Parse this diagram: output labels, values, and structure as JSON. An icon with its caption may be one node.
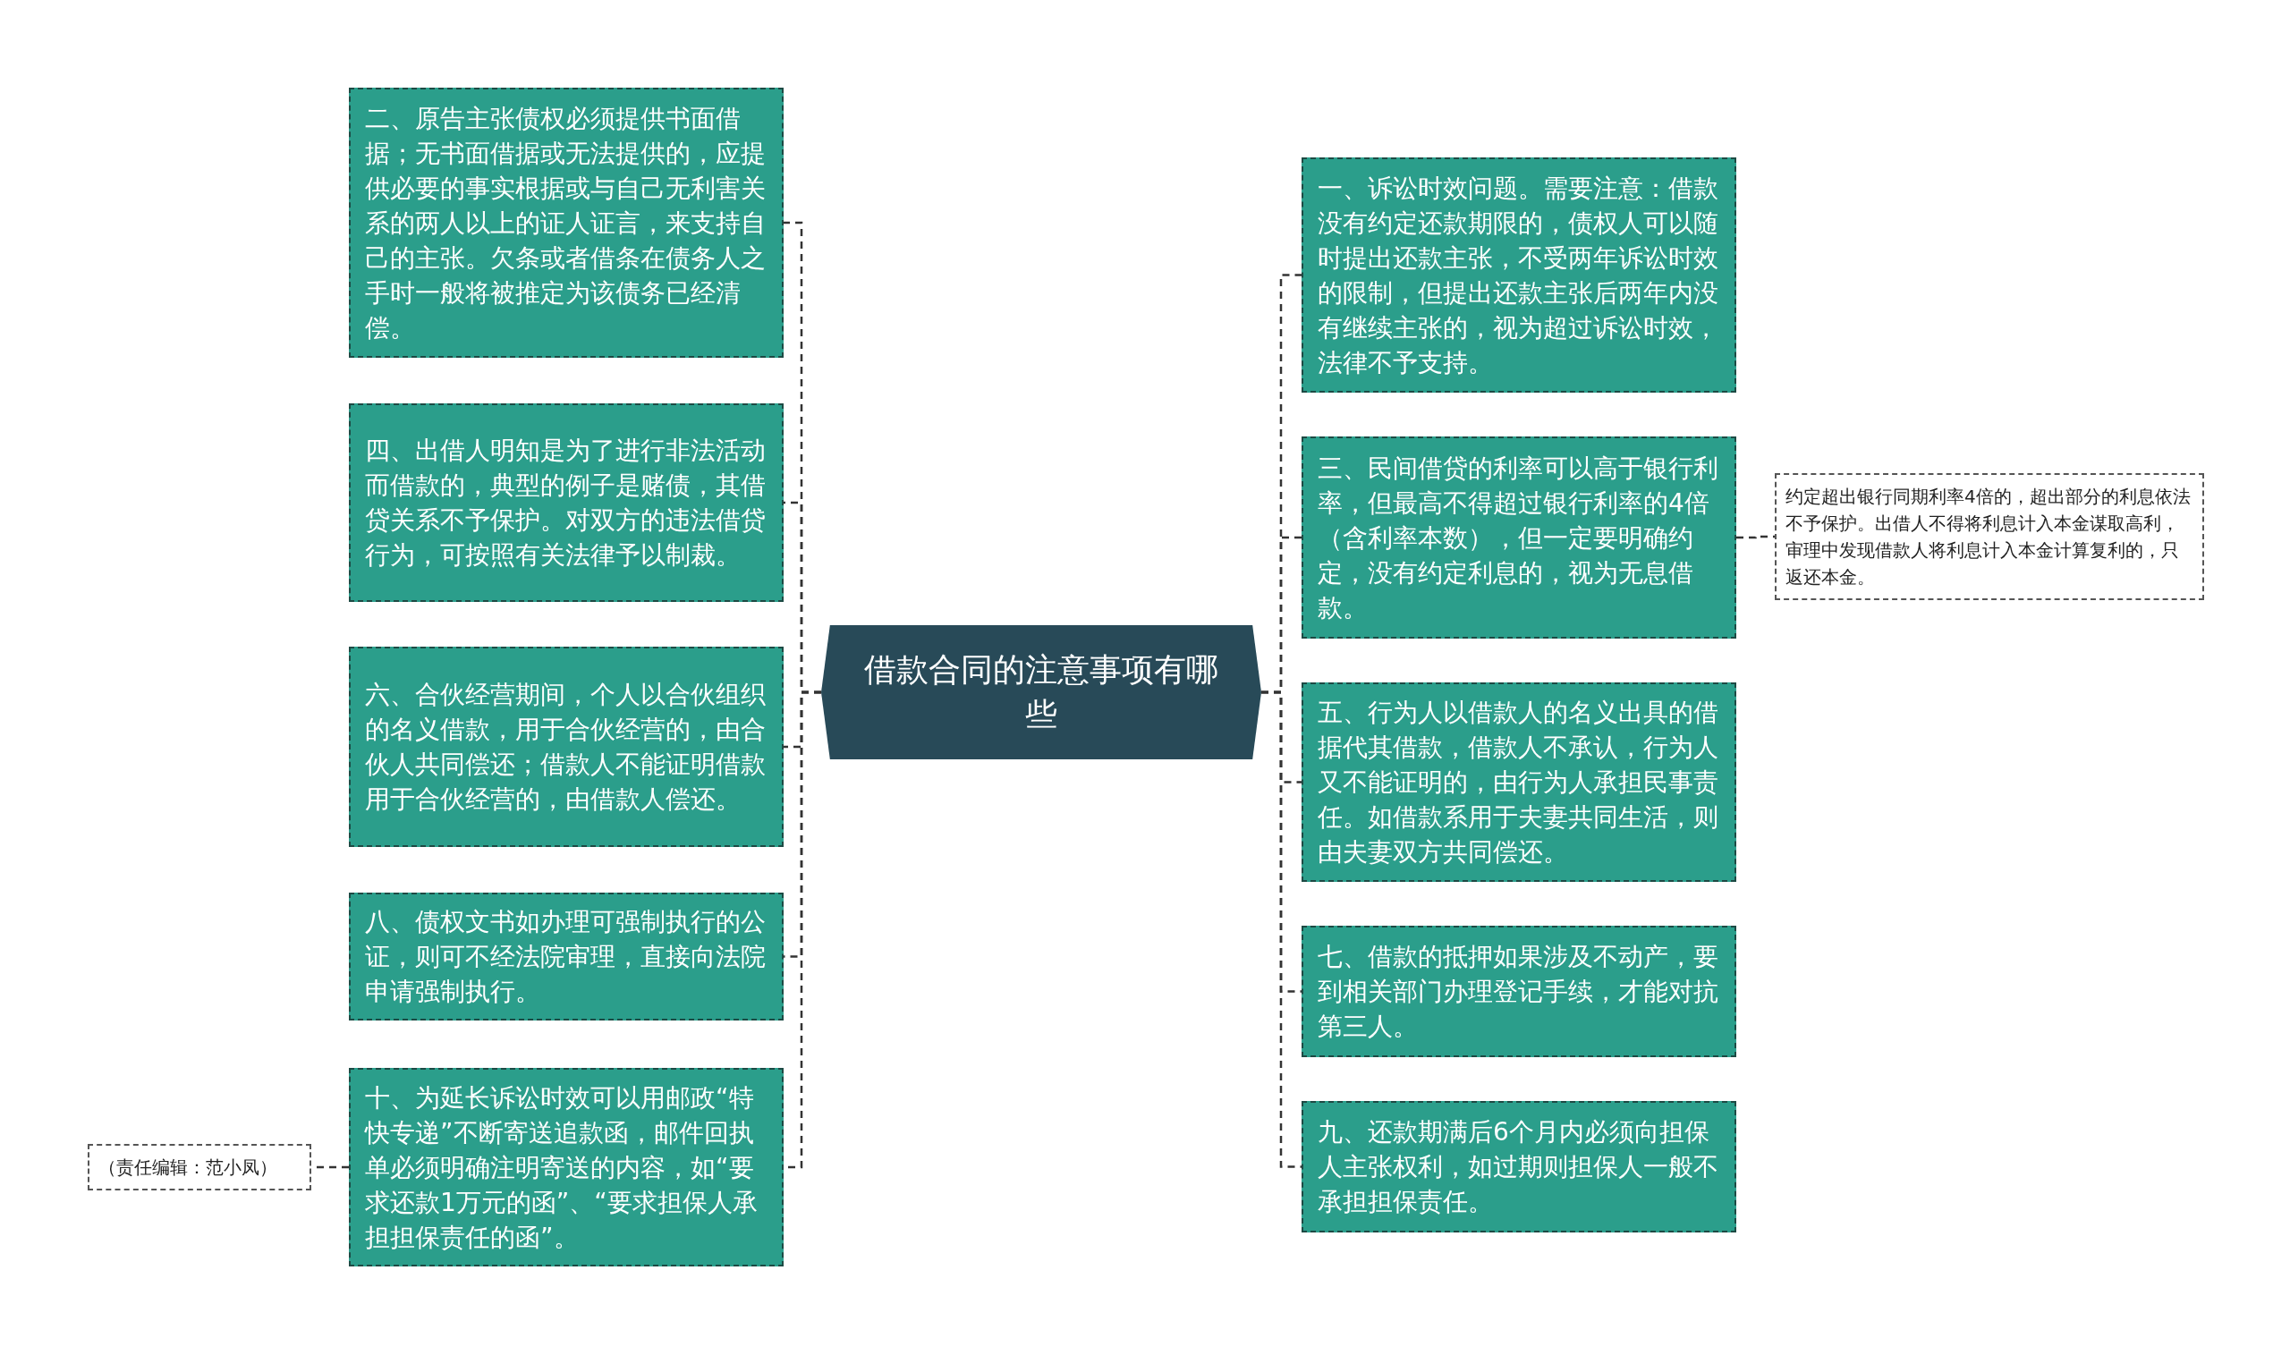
{
  "diagram": {
    "nodes": [
      {
        "text": [
          "借款合同的注意事项有哪些"
        ]
      },
      {
        "text": [
          "二、原告主张债权必须提供书面借据；无书面借据或无法提供的，应提供必要的事实根据或与自己无利害关系的两人以上的证人证言，来支持自己的主张。欠条或者借条在债务人之手时一般将被推定为该债务已经清偿。"
        ]
      },
      {
        "text": [
          "四、出借人明知是为了进行非法活动而借款的，典型的例子是赌债，其借贷关系不予保护。对双方的违法借贷行为，可按照有关法律予以制裁。"
        ]
      },
      {
        "text": [
          "六、合伙经营期间，个人以合伙组织的名义借款，用于合伙经营的，由合伙人共同偿还；借款人不能证明借款用于合伙经营的，由借款人偿还。"
        ]
      },
      {
        "text": [
          "八、债权文书如办理可强制执行的公证，则可不经法院审理，直接向法院申请强制执行。"
        ]
      },
      {
        "text": [
          "十、为延长诉讼时效可以用邮政“特快专递”不断寄送追款函，邮件回执单必须明确注明寄送的内容，如“要求还款1万元的函”、“要求担保人承担担保责任的函”。"
        ]
      },
      {
        "text": [
          "一、诉讼时效问题。需要注意：借款没有约定还款期限的，债权人可以随时提出还款主张，不受两年诉讼时效的限制，但提出还款主张后两年内没有继续主张的，视为超过诉讼时效，法律不予支持。"
        ]
      },
      {
        "text": [
          "三、民间借贷的利率可以高于银行利率，但最高不得超过银行利率的4倍（含利率本数），但一定要明确约定，没有约定利息的，视为无息借款。"
        ]
      },
      {
        "text": [
          "五、行为人以借款人的名义出具的借据代其借款，借款人不承认，行为人又不能证明的，由行为人承担民事责任。如借款系用于夫妻共同生活，则由夫妻双方共同偿还。"
        ]
      },
      {
        "text": [
          "七、借款的抵押如果涉及不动产，要到相关部门办理登记手续，才能对抗第三人。"
        ]
      },
      {
        "text": [
          "九、还款期满后6个月内必须向担保人主张权利，如过期则担保人一般不承担担保责任。"
        ]
      },
      {
        "text": [
          "约定超出银行同期利率4倍的，超出部分的利息依法不予保护。出借人不得将利息计入本金谋取高利，审理中发现借款人将利息计入本金计算复利的，只返还本金。"
        ]
      },
      {
        "text": [
          "（责任编辑：范小凤）"
        ]
      }
    ],
    "edges": [
      {
        "from": 0,
        "to": 1,
        "arrow": "none",
        "style": "dashed"
      },
      {
        "from": 0,
        "to": 2,
        "arrow": "none",
        "style": "dashed"
      },
      {
        "from": 0,
        "to": 3,
        "arrow": "none",
        "style": "dashed"
      },
      {
        "from": 0,
        "to": 4,
        "arrow": "none",
        "style": "dashed"
      },
      {
        "from": 0,
        "to": 5,
        "arrow": "none",
        "style": "dashed"
      },
      {
        "from": 0,
        "to": 6,
        "arrow": "none",
        "style": "dashed"
      },
      {
        "from": 0,
        "to": 7,
        "arrow": "none",
        "style": "dashed"
      },
      {
        "from": 0,
        "to": 8,
        "arrow": "none",
        "style": "dashed"
      },
      {
        "from": 0,
        "to": 9,
        "arrow": "none",
        "style": "dashed"
      },
      {
        "from": 0,
        "to": 10,
        "arrow": "none",
        "style": "dashed"
      },
      {
        "from": 7,
        "to": 11,
        "arrow": "none",
        "style": "dashed"
      },
      {
        "from": 5,
        "to": 12,
        "arrow": "none",
        "style": "dashed"
      }
    ]
  }
}
